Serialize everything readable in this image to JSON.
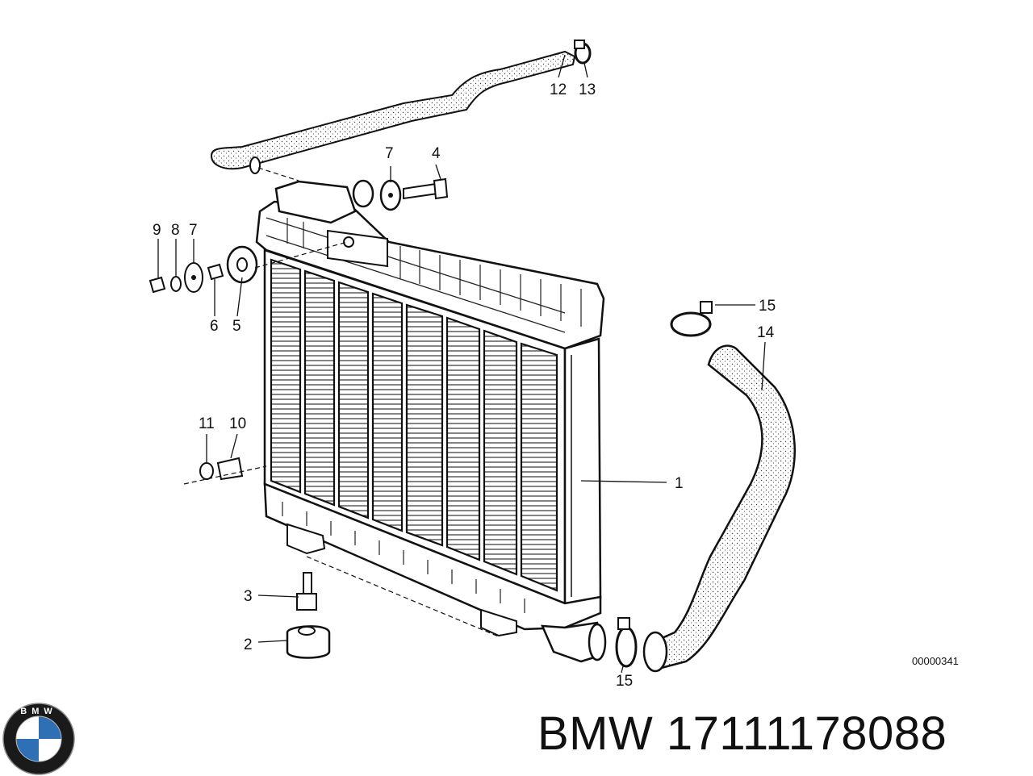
{
  "callouts": {
    "c1": "1",
    "c2": "2",
    "c3": "3",
    "c4": "4",
    "c5": "5",
    "c6": "6",
    "c7a": "7",
    "c7b": "7",
    "c8": "8",
    "c9": "9",
    "c10": "10",
    "c11": "11",
    "c12": "12",
    "c13": "13",
    "c14": "14",
    "c15a": "15",
    "c15b": "15"
  },
  "diagram_code": "00000341",
  "caption": {
    "brand": "BMW",
    "part_number": "17111178088"
  },
  "logo": {
    "letters": "BMW",
    "colors": {
      "ring": "#1a1a1a",
      "blue": "#2f6fb3",
      "white": "#ffffff"
    }
  }
}
